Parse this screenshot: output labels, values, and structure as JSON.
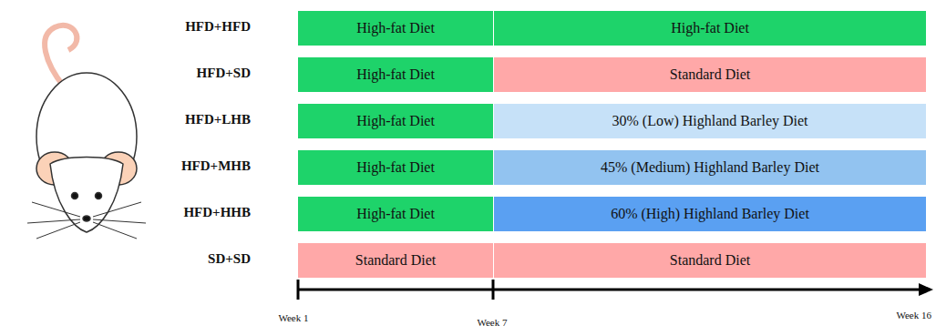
{
  "diagram": {
    "nodes": [
      {
        "text": [
          "High-fat Diet"
        ]
      },
      {
        "text": [
          "High-fat Diet"
        ]
      },
      {
        "text": [
          "High-fat Diet"
        ]
      },
      {
        "text": [
          "Standard Diet"
        ]
      },
      {
        "text": [
          "High-fat Diet"
        ]
      },
      {
        "text": [
          "30% (Low) Highland Barley Diet"
        ]
      },
      {
        "text": [
          "High-fat Diet"
        ]
      },
      {
        "text": [
          "45% (Medium) Highland Barley Diet"
        ]
      },
      {
        "text": [
          "High-fat Diet"
        ]
      },
      {
        "text": [
          "60% (High) Highland Barley Diet"
        ]
      },
      {
        "text": [
          "Standard Diet"
        ]
      },
      {
        "text": [
          "Standard Diet"
        ]
      }
    ],
    "labels": [
      "HFD+HFD",
      "HFD+SD",
      "HFD+LHB",
      "HFD+MHB",
      "HFD+HHB",
      "SD+SD",
      "Week 1",
      "Week 7",
      "Week 16"
    ]
  }
}
